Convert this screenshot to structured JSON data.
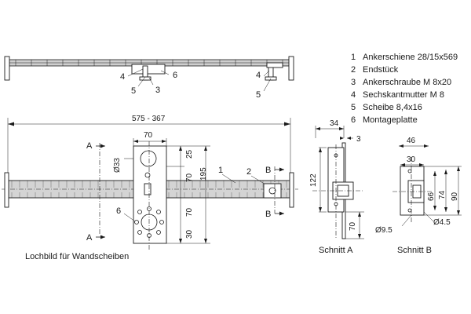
{
  "legend": [
    {
      "num": "1",
      "text": "Ankerschiene 28/15x569"
    },
    {
      "num": "2",
      "text": "Endstück"
    },
    {
      "num": "3",
      "text": "Ankerschraube M 8x20"
    },
    {
      "num": "4",
      "text": "Sechskantmutter M 8"
    },
    {
      "num": "5",
      "text": "Scheibe 8,4x16"
    },
    {
      "num": "6",
      "text": "Montageplatte"
    }
  ],
  "top_view": {
    "callouts_left": [
      "4",
      "5",
      "3",
      "6"
    ],
    "callouts_right": [
      "4",
      "5"
    ]
  },
  "front_view": {
    "overall_dim": "575 - 367",
    "plate_width_dim": "70",
    "hole_dim": "Ø33",
    "dim_25": "25",
    "dim_70_upper": "70",
    "dim_70_lower": "70",
    "dim_195": "195",
    "dim_30": "30",
    "callout_1": "1",
    "callout_2": "2",
    "callout_6": "6",
    "section_a_top": "A",
    "section_a_bottom": "A",
    "section_b_top": "B",
    "section_b_bottom": "B",
    "caption": "Lochbild für Wandscheiben"
  },
  "section_a": {
    "dim_34": "34",
    "dim_3": "3",
    "dim_122": "122",
    "dim_70": "70",
    "title": "Schnitt A"
  },
  "section_b": {
    "dim_46": "46",
    "dim_30": "30",
    "dim_66": "66",
    "dim_74": "74",
    "dim_90": "90",
    "dia_95": "Ø9.5",
    "dia_45": "Ø4.5",
    "title": "Schnitt B"
  }
}
